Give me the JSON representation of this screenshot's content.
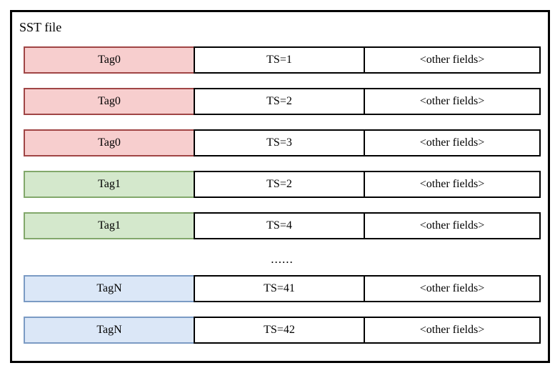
{
  "diagram": {
    "title": "SST file",
    "ellipsis": "......",
    "colors": {
      "frame_border": "#000000",
      "background": "#ffffff",
      "tag0_fill": "#f7cece",
      "tag0_border": "#a04545",
      "tag1_fill": "#d4e8cc",
      "tag1_border": "#82a86b",
      "tagN_fill": "#dbe7f7",
      "tagN_border": "#7b9bc4",
      "cell_border": "#000000"
    },
    "rows": [
      {
        "tag": "Tag0",
        "ts": "TS=1",
        "other": "<other fields>",
        "color": "pink"
      },
      {
        "tag": "Tag0",
        "ts": "TS=2",
        "other": "<other fields>",
        "color": "pink"
      },
      {
        "tag": "Tag0",
        "ts": "TS=3",
        "other": "<other fields>",
        "color": "pink"
      },
      {
        "tag": "Tag1",
        "ts": "TS=2",
        "other": "<other fields>",
        "color": "green"
      },
      {
        "tag": "Tag1",
        "ts": "TS=4",
        "other": "<other fields>",
        "color": "green"
      },
      {
        "tag": "TagN",
        "ts": "TS=41",
        "other": "<other fields>",
        "color": "blue"
      },
      {
        "tag": "TagN",
        "ts": "TS=42",
        "other": "<other fields>",
        "color": "blue"
      }
    ]
  }
}
